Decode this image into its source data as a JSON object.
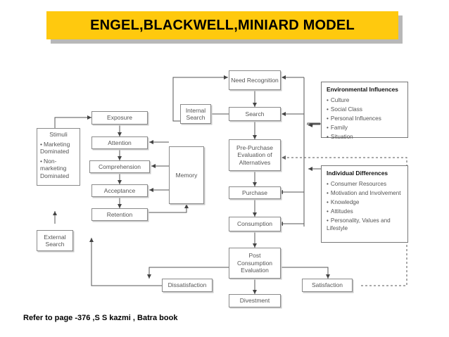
{
  "title": {
    "text": "ENGEL,BLACKWELL,MINIARD MODEL",
    "bg_color": "#FFC90E"
  },
  "footer": {
    "text": "Refer to page -376 ,S S kazmi , Batra book"
  },
  "diagram": {
    "nodes": {
      "need_recognition": "Need Recognition",
      "search": "Search",
      "internal_search": "Internal Search",
      "pre_purchase": "Pre-Purchase Evaluation of Alternatives",
      "purchase": "Purchase",
      "consumption": "Consumption",
      "post_consumption": "Post Consumption Evaluation",
      "dissatisfaction": "Dissatisfaction",
      "satisfaction": "Satisfaction",
      "divestment": "Divestment",
      "exposure": "Exposure",
      "attention": "Attention",
      "comprehension": "Comprehension",
      "acceptance": "Acceptance",
      "retention": "Retention",
      "memory": "Memory",
      "external_search": "External Search"
    },
    "stimuli": {
      "title": "Stimuli",
      "items": [
        "Marketing Dominated",
        "Non-marketing Dominated"
      ]
    },
    "environmental_influences": {
      "title": "Environmental Influences",
      "items": [
        "Culture",
        "Social Class",
        "Personal Influences",
        "Family",
        "Situation"
      ]
    },
    "individual_differences": {
      "title": "Individual Differences",
      "items": [
        "Consumer Resources",
        "Motivation and Involvement",
        "Knowledge",
        "Attitudes",
        "Personality, Values and Lifestyle"
      ]
    }
  }
}
